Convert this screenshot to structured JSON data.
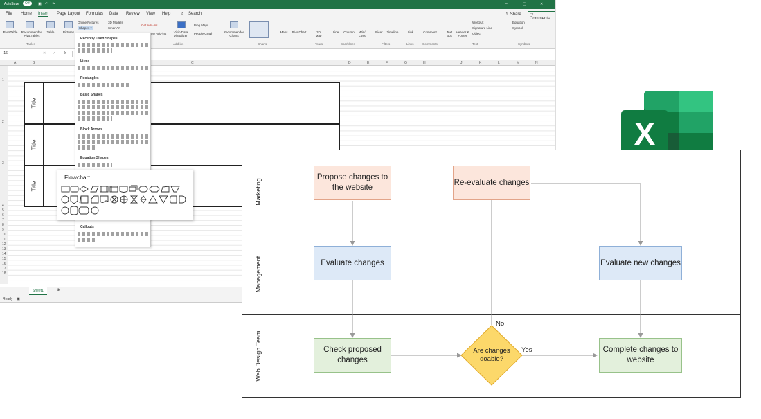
{
  "excel": {
    "titlebar": {
      "autosave": "AutoSave",
      "autosave_state": "Off"
    },
    "tabs": [
      "File",
      "Home",
      "Insert",
      "Page Layout",
      "Formulas",
      "Data",
      "Review",
      "View",
      "Help"
    ],
    "active_tab": "Insert",
    "search": "Search",
    "share": "Share",
    "comments": "Comments",
    "ribbon": {
      "pivot_table": "PivotTable",
      "recommended_pivot": "Recommended PivotTables",
      "table": "Table",
      "pictures": "Pictures",
      "online_pictures": "Online Pictures",
      "shapes": "Shapes",
      "models_3d": "3D Models",
      "smartart": "SmartArt",
      "get_addins": "Get Add-ins",
      "my_addins": "My Add-ins",
      "visio": "Visio Data Visualizer",
      "bing_maps": "Bing Maps",
      "people_graph": "People Graph",
      "recommended_charts": "Recommended Charts",
      "maps": "Maps",
      "pivotchart": "PivotChart",
      "map3d": "3D Map",
      "line": "Line",
      "column": "Column",
      "winloss": "Win/ Loss",
      "slicer": "Slicer",
      "timeline": "Timeline",
      "link": "Link",
      "comment": "Comment",
      "textbox": "Text Box",
      "header_footer": "Header & Footer",
      "wordart": "WordArt",
      "signature": "Signature Line",
      "object": "Object",
      "equation": "Equation",
      "symbol": "Symbol",
      "groups": [
        "Tables",
        "Add-ins",
        "Charts",
        "Tours",
        "Sparklines",
        "Filters",
        "Links",
        "Comments",
        "Text",
        "Symbols"
      ]
    },
    "namebox": "I16",
    "fx": "fx",
    "columns": [
      "A",
      "B",
      "C",
      "D",
      "E",
      "F",
      "G",
      "H",
      "I",
      "J",
      "K",
      "L",
      "M",
      "N"
    ],
    "rows": [
      "1",
      "2",
      "3",
      "4",
      "5",
      "6",
      "7",
      "8",
      "9",
      "10",
      "11",
      "12",
      "13",
      "14",
      "15",
      "16",
      "17",
      "18"
    ],
    "title_cells": [
      "Title",
      "Title",
      "Title"
    ],
    "sheet_tab": "Sheet1",
    "status": "Ready",
    "shapes_menu": {
      "sections": [
        "Recently Used Shapes",
        "Lines",
        "Rectangles",
        "Basic Shapes",
        "Block Arrows",
        "Equation Shapes",
        "Callouts"
      ]
    },
    "flowchart_popup": {
      "title": "Flowchart"
    }
  },
  "diagram": {
    "lanes": [
      "Marketing",
      "Management",
      "Web Design Team"
    ],
    "nodes": {
      "propose": "Propose changes to the website",
      "reevaluate": "Re-evaluate changes",
      "evaluate": "Evaluate changes",
      "evaluate_new": "Evaluate new changes",
      "check": "Check proposed changes",
      "decision": "Are changes doable?",
      "complete": "Complete changes to website"
    },
    "edge_labels": {
      "no": "No",
      "yes": "Yes"
    },
    "colors": {
      "marketing_fill": "#fce6dc",
      "management_fill": "#dde9f7",
      "design_fill": "#e3f0dc",
      "decision_fill": "#fcd86a"
    }
  },
  "logo": {
    "letter": "X",
    "brand_color": "#107c41"
  }
}
